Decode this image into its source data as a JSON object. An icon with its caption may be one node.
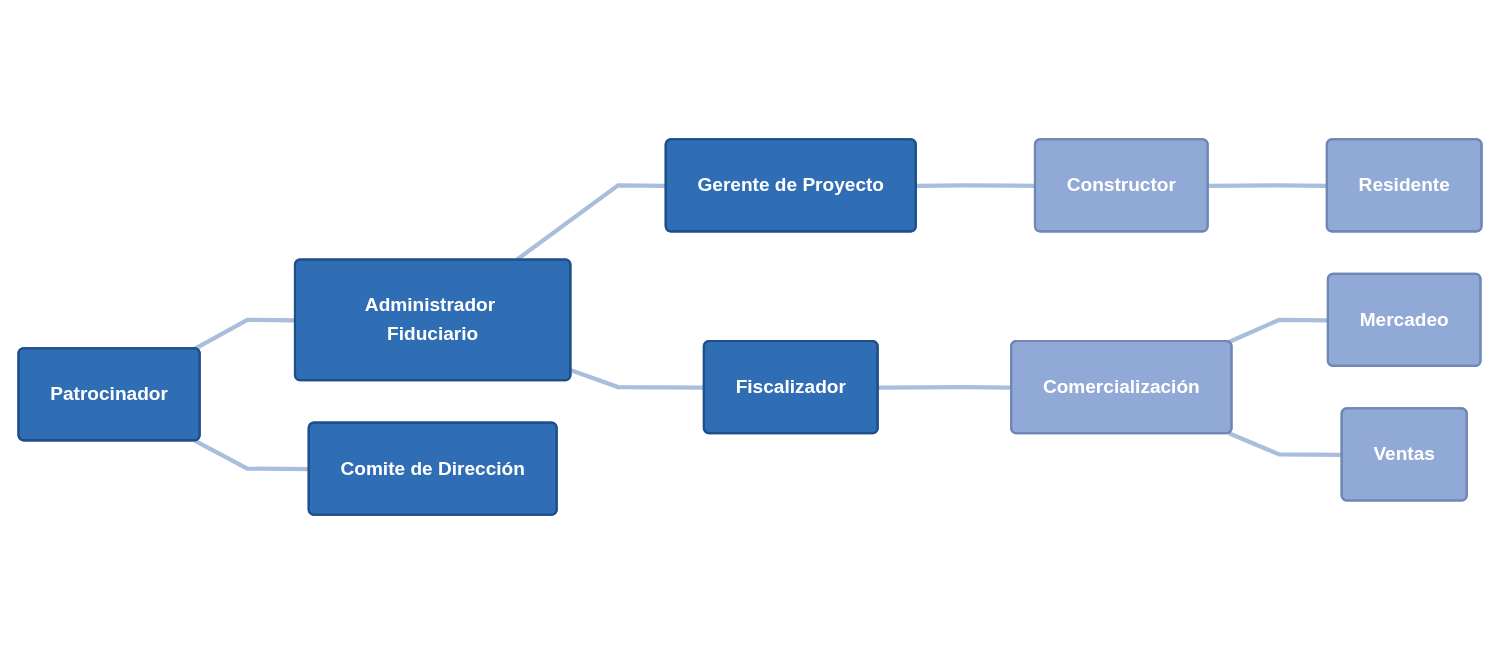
{
  "diagram": {
    "nodes": [
      {
        "text": [
          "Patrocinador"
        ]
      },
      {
        "text": [
          "Administrador Fiduciario"
        ]
      },
      {
        "text": [
          "Comite de Dirección"
        ]
      },
      {
        "text": [
          "Gerente de Proyecto"
        ]
      },
      {
        "text": [
          "Fiscalizador"
        ]
      },
      {
        "text": [
          "Constructor"
        ]
      },
      {
        "text": [
          "Comercialización"
        ]
      },
      {
        "text": [
          "Residente"
        ]
      },
      {
        "text": [
          "Mercadeo"
        ]
      },
      {
        "text": [
          "Ventas"
        ]
      }
    ],
    "edges": [
      {
        "from": 0,
        "to": 1,
        "arrow": "none"
      },
      {
        "from": 0,
        "to": 2,
        "arrow": "none"
      },
      {
        "from": 1,
        "to": 3,
        "arrow": "none"
      },
      {
        "from": 1,
        "to": 4,
        "arrow": "none"
      },
      {
        "from": 3,
        "to": 5,
        "arrow": "none"
      },
      {
        "from": 4,
        "to": 6,
        "arrow": "none"
      },
      {
        "from": 5,
        "to": 7,
        "arrow": "none"
      },
      {
        "from": 6,
        "to": 8,
        "arrow": "none"
      },
      {
        "from": 6,
        "to": 9,
        "arrow": "none"
      }
    ]
  }
}
